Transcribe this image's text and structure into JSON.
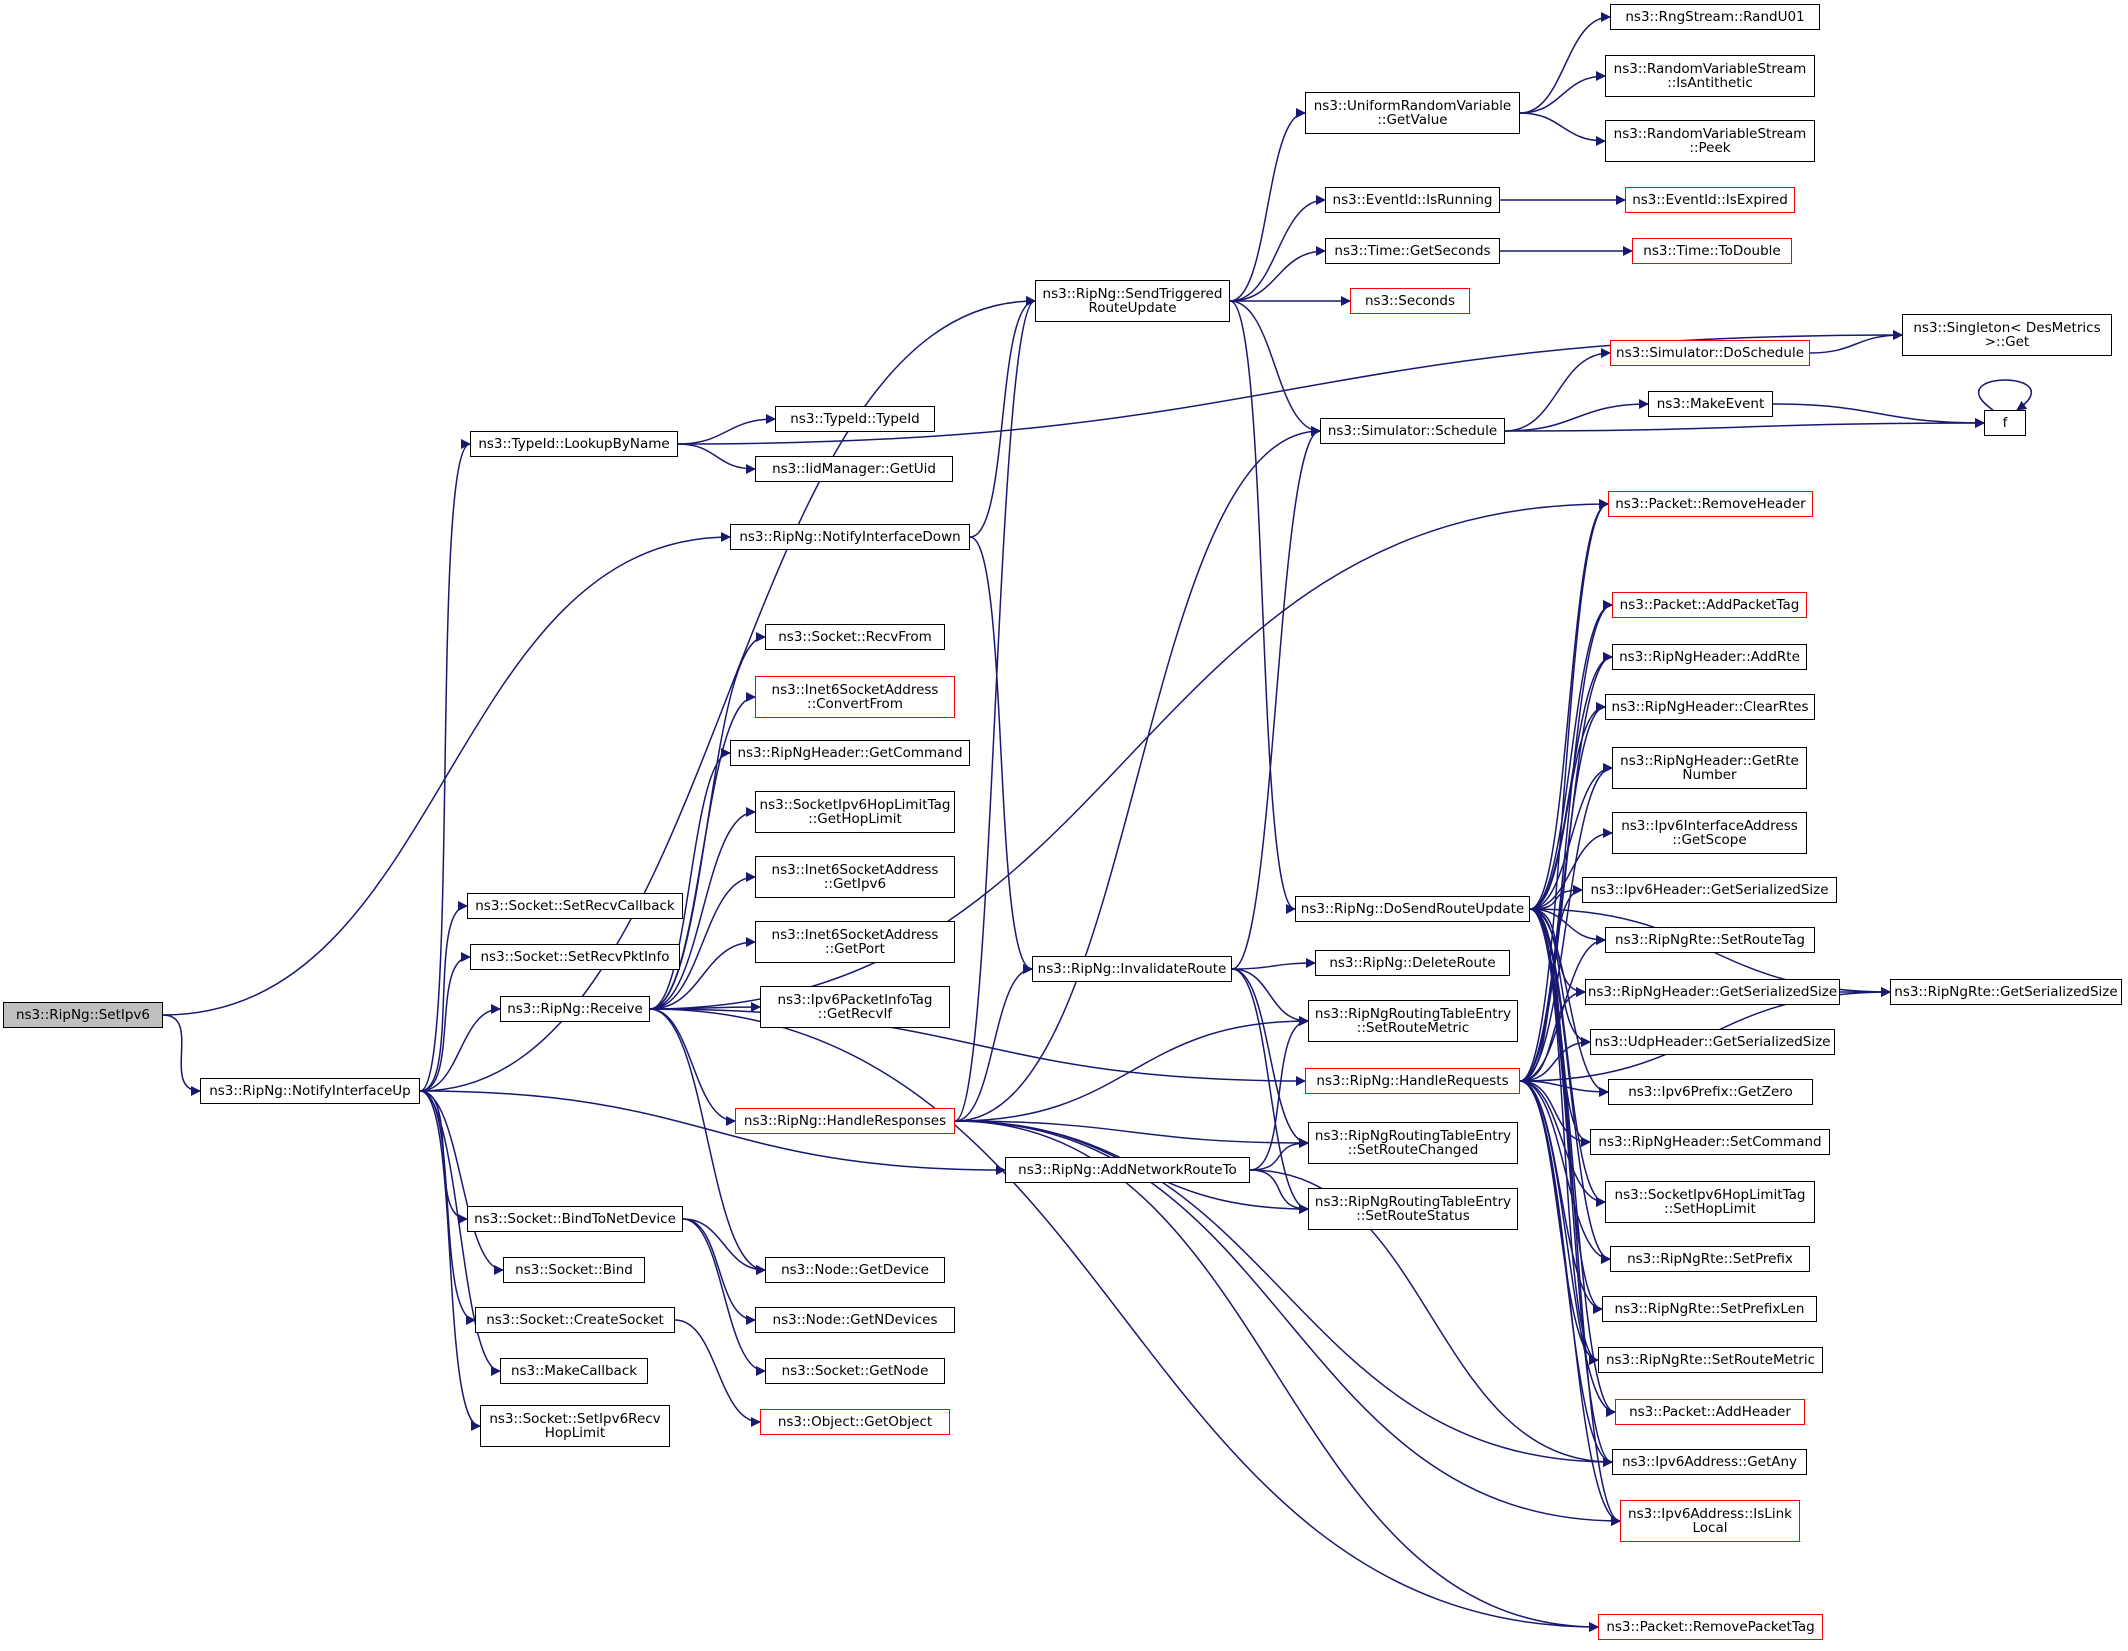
{
  "graph": {
    "title": "",
    "colors": {
      "edge": "#191970",
      "box_border": "#000000",
      "undocumented_border": "#ff0000",
      "focus_fill": "#bfbfbf",
      "background": "#ffffff"
    },
    "nodes": {
      "setipv6": {
        "label": "ns3::RipNg::SetIpv6",
        "focus": true
      },
      "notifyup": {
        "label": "ns3::RipNg::NotifyInterfaceUp"
      },
      "notifydown": {
        "label": "ns3::RipNg::NotifyInterfaceDown"
      },
      "lookup": {
        "label": "ns3::TypeId::LookupByName"
      },
      "typeid": {
        "label": "ns3::TypeId::TypeId"
      },
      "iidget": {
        "label": "ns3::IidManager::GetUid"
      },
      "sendtrig": {
        "label": "ns3::RipNg::SendTriggered\nRouteUpdate"
      },
      "urvget": {
        "label": "ns3::UniformRandomVariable\n::GetValue"
      },
      "randu01": {
        "label": "ns3::RngStream::RandU01"
      },
      "isanti": {
        "label": "ns3::RandomVariableStream\n::IsAntithetic"
      },
      "peek": {
        "label": "ns3::RandomVariableStream\n::Peek"
      },
      "isrunning": {
        "label": "ns3::EventId::IsRunning"
      },
      "isexpired": {
        "label": "ns3::EventId::IsExpired",
        "red": true
      },
      "getseconds": {
        "label": "ns3::Time::GetSeconds"
      },
      "todouble": {
        "label": "ns3::Time::ToDouble",
        "red": true
      },
      "seconds": {
        "label": "ns3::Seconds",
        "red": true
      },
      "singleton": {
        "label": "ns3::Singleton< DesMetrics\n>::Get"
      },
      "doschedule": {
        "label": "ns3::Simulator::DoSchedule",
        "red": true
      },
      "schedule": {
        "label": "ns3::Simulator::Schedule"
      },
      "makeevent": {
        "label": "ns3::MakeEvent"
      },
      "f": {
        "label": "f"
      },
      "removeheader": {
        "label": "ns3::Packet::RemoveHeader",
        "red": true
      },
      "recvfrom": {
        "label": "ns3::Socket::RecvFrom"
      },
      "convertfrom": {
        "label": "ns3::Inet6SocketAddress\n::ConvertFrom",
        "red": true
      },
      "getcommand": {
        "label": "ns3::RipNgHeader::GetCommand"
      },
      "gethoplimit": {
        "label": "ns3::SocketIpv6HopLimitTag\n::GetHopLimit"
      },
      "getipv6": {
        "label": "ns3::Inet6SocketAddress\n::GetIpv6"
      },
      "getport": {
        "label": "ns3::Inet6SocketAddress\n::GetPort"
      },
      "getrecvif": {
        "label": "ns3::Ipv6PacketInfoTag\n::GetRecvIf"
      },
      "setrecvcb": {
        "label": "ns3::Socket::SetRecvCallback"
      },
      "setrecvpkt": {
        "label": "ns3::Socket::SetRecvPktInfo"
      },
      "receive": {
        "label": "ns3::RipNg::Receive"
      },
      "handleresp": {
        "label": "ns3::RipNg::HandleResponses",
        "red": true
      },
      "invalidate": {
        "label": "ns3::RipNg::InvalidateRoute"
      },
      "addnetwork": {
        "label": "ns3::RipNg::AddNetworkRouteTo"
      },
      "bindtonet": {
        "label": "ns3::Socket::BindToNetDevice"
      },
      "bind": {
        "label": "ns3::Socket::Bind"
      },
      "createsocket": {
        "label": "ns3::Socket::CreateSocket"
      },
      "makecallback": {
        "label": "ns3::MakeCallback"
      },
      "sethoprecv": {
        "label": "ns3::Socket::SetIpv6Recv\nHopLimit"
      },
      "getdevice": {
        "label": "ns3::Node::GetDevice"
      },
      "getndevices": {
        "label": "ns3::Node::GetNDevices"
      },
      "getnode": {
        "label": "ns3::Socket::GetNode"
      },
      "getobject": {
        "label": "ns3::Object::GetObject",
        "red": true
      },
      "dosend": {
        "label": "ns3::RipNg::DoSendRouteUpdate"
      },
      "deleteroute": {
        "label": "ns3::RipNg::DeleteRoute"
      },
      "setmetric": {
        "label": "ns3::RipNgRoutingTableEntry\n::SetRouteMetric"
      },
      "handlereq": {
        "label": "ns3::RipNg::HandleRequests",
        "red": true
      },
      "setchanged": {
        "label": "ns3::RipNgRoutingTableEntry\n::SetRouteChanged"
      },
      "setstatus": {
        "label": "ns3::RipNgRoutingTableEntry\n::SetRouteStatus"
      },
      "addpackettag": {
        "label": "ns3::Packet::AddPacketTag",
        "red": true
      },
      "addrte": {
        "label": "ns3::RipNgHeader::AddRte"
      },
      "clearrtes": {
        "label": "ns3::RipNgHeader::ClearRtes"
      },
      "getrtenum": {
        "label": "ns3::RipNgHeader::GetRte\nNumber"
      },
      "getscope": {
        "label": "ns3::Ipv6InterfaceAddress\n::GetScope"
      },
      "ipv6hdrsize": {
        "label": "ns3::Ipv6Header::GetSerializedSize"
      },
      "setroutetag": {
        "label": "ns3::RipNgRte::SetRouteTag"
      },
      "riphdrsize": {
        "label": "ns3::RipNgHeader::GetSerializedSize"
      },
      "rtesize": {
        "label": "ns3::RipNgRte::GetSerializedSize"
      },
      "udpsize": {
        "label": "ns3::UdpHeader::GetSerializedSize"
      },
      "getzero": {
        "label": "ns3::Ipv6Prefix::GetZero"
      },
      "setcommand": {
        "label": "ns3::RipNgHeader::SetCommand"
      },
      "sethoplimit": {
        "label": "ns3::SocketIpv6HopLimitTag\n::SetHopLimit"
      },
      "setprefix": {
        "label": "ns3::RipNgRte::SetPrefix"
      },
      "setprefixlen": {
        "label": "ns3::RipNgRte::SetPrefixLen"
      },
      "rtesetmetric": {
        "label": "ns3::RipNgRte::SetRouteMetric"
      },
      "addheader": {
        "label": "ns3::Packet::AddHeader",
        "red": true
      },
      "getany": {
        "label": "ns3::Ipv6Address::GetAny"
      },
      "islinklocal": {
        "label": "ns3::Ipv6Address::IsLink\nLocal",
        "red": true
      },
      "removepkttag": {
        "label": "ns3::Packet::RemovePacketTag",
        "red": true
      }
    },
    "edges": [
      [
        "setipv6",
        "notifyup"
      ],
      [
        "setipv6",
        "notifydown"
      ],
      [
        "notifyup",
        "lookup"
      ],
      [
        "notifyup",
        "sendtrig"
      ],
      [
        "notifyup",
        "setrecvcb"
      ],
      [
        "notifyup",
        "setrecvpkt"
      ],
      [
        "notifyup",
        "receive"
      ],
      [
        "notifyup",
        "addnetwork"
      ],
      [
        "notifyup",
        "bindtonet"
      ],
      [
        "notifyup",
        "bind"
      ],
      [
        "notifyup",
        "createsocket"
      ],
      [
        "notifyup",
        "makecallback"
      ],
      [
        "notifyup",
        "sethoprecv"
      ],
      [
        "lookup",
        "typeid"
      ],
      [
        "lookup",
        "iidget"
      ],
      [
        "lookup",
        "singleton"
      ],
      [
        "notifydown",
        "sendtrig"
      ],
      [
        "notifydown",
        "invalidate"
      ],
      [
        "sendtrig",
        "urvget"
      ],
      [
        "sendtrig",
        "isrunning"
      ],
      [
        "sendtrig",
        "getseconds"
      ],
      [
        "sendtrig",
        "seconds"
      ],
      [
        "sendtrig",
        "schedule"
      ],
      [
        "sendtrig",
        "dosend"
      ],
      [
        "urvget",
        "randu01"
      ],
      [
        "urvget",
        "isanti"
      ],
      [
        "urvget",
        "peek"
      ],
      [
        "isrunning",
        "isexpired"
      ],
      [
        "getseconds",
        "todouble"
      ],
      [
        "schedule",
        "doschedule"
      ],
      [
        "schedule",
        "makeevent"
      ],
      [
        "schedule",
        "f"
      ],
      [
        "doschedule",
        "singleton"
      ],
      [
        "makeevent",
        "f"
      ],
      [
        "f",
        "f"
      ],
      [
        "receive",
        "removeheader"
      ],
      [
        "receive",
        "recvfrom"
      ],
      [
        "receive",
        "convertfrom"
      ],
      [
        "receive",
        "getcommand"
      ],
      [
        "receive",
        "gethoplimit"
      ],
      [
        "receive",
        "getipv6"
      ],
      [
        "receive",
        "getport"
      ],
      [
        "receive",
        "getrecvif"
      ],
      [
        "receive",
        "handleresp"
      ],
      [
        "receive",
        "handlereq"
      ],
      [
        "receive",
        "getdevice"
      ],
      [
        "receive",
        "removepkttag"
      ],
      [
        "handleresp",
        "sendtrig"
      ],
      [
        "handleresp",
        "schedule"
      ],
      [
        "handleresp",
        "invalidate"
      ],
      [
        "handleresp",
        "setmetric"
      ],
      [
        "handleresp",
        "setchanged"
      ],
      [
        "handleresp",
        "setstatus"
      ],
      [
        "handleresp",
        "getany"
      ],
      [
        "handleresp",
        "islinklocal"
      ],
      [
        "handleresp",
        "removepkttag"
      ],
      [
        "invalidate",
        "schedule"
      ],
      [
        "invalidate",
        "deleteroute"
      ],
      [
        "invalidate",
        "setmetric"
      ],
      [
        "invalidate",
        "setchanged"
      ],
      [
        "invalidate",
        "setstatus"
      ],
      [
        "addnetwork",
        "setmetric"
      ],
      [
        "addnetwork",
        "setchanged"
      ],
      [
        "addnetwork",
        "setstatus"
      ],
      [
        "addnetwork",
        "getany"
      ],
      [
        "bindtonet",
        "getdevice"
      ],
      [
        "bindtonet",
        "getndevices"
      ],
      [
        "bindtonet",
        "getnode"
      ],
      [
        "createsocket",
        "getobject"
      ],
      [
        "dosend",
        "removeheader"
      ],
      [
        "dosend",
        "addpackettag"
      ],
      [
        "dosend",
        "addrte"
      ],
      [
        "dosend",
        "clearrtes"
      ],
      [
        "dosend",
        "getrtenum"
      ],
      [
        "dosend",
        "getscope"
      ],
      [
        "dosend",
        "ipv6hdrsize"
      ],
      [
        "dosend",
        "setroutetag"
      ],
      [
        "dosend",
        "riphdrsize"
      ],
      [
        "dosend",
        "udpsize"
      ],
      [
        "dosend",
        "getzero"
      ],
      [
        "dosend",
        "setcommand"
      ],
      [
        "dosend",
        "sethoplimit"
      ],
      [
        "dosend",
        "setprefix"
      ],
      [
        "dosend",
        "setprefixlen"
      ],
      [
        "dosend",
        "rtesetmetric"
      ],
      [
        "dosend",
        "addheader"
      ],
      [
        "dosend",
        "getany"
      ],
      [
        "dosend",
        "islinklocal"
      ],
      [
        "dosend",
        "rtesize"
      ],
      [
        "handlereq",
        "removeheader"
      ],
      [
        "handlereq",
        "addpackettag"
      ],
      [
        "handlereq",
        "addrte"
      ],
      [
        "handlereq",
        "clearrtes"
      ],
      [
        "handlereq",
        "getrtenum"
      ],
      [
        "handlereq",
        "ipv6hdrsize"
      ],
      [
        "handlereq",
        "setroutetag"
      ],
      [
        "handlereq",
        "riphdrsize"
      ],
      [
        "handlereq",
        "udpsize"
      ],
      [
        "handlereq",
        "getzero"
      ],
      [
        "handlereq",
        "setcommand"
      ],
      [
        "handlereq",
        "sethoplimit"
      ],
      [
        "handlereq",
        "setprefix"
      ],
      [
        "handlereq",
        "setprefixlen"
      ],
      [
        "handlereq",
        "rtesetmetric"
      ],
      [
        "handlereq",
        "addheader"
      ],
      [
        "handlereq",
        "getany"
      ],
      [
        "handlereq",
        "islinklocal"
      ],
      [
        "handlereq",
        "rtesize"
      ],
      [
        "riphdrsize",
        "rtesize"
      ]
    ]
  }
}
